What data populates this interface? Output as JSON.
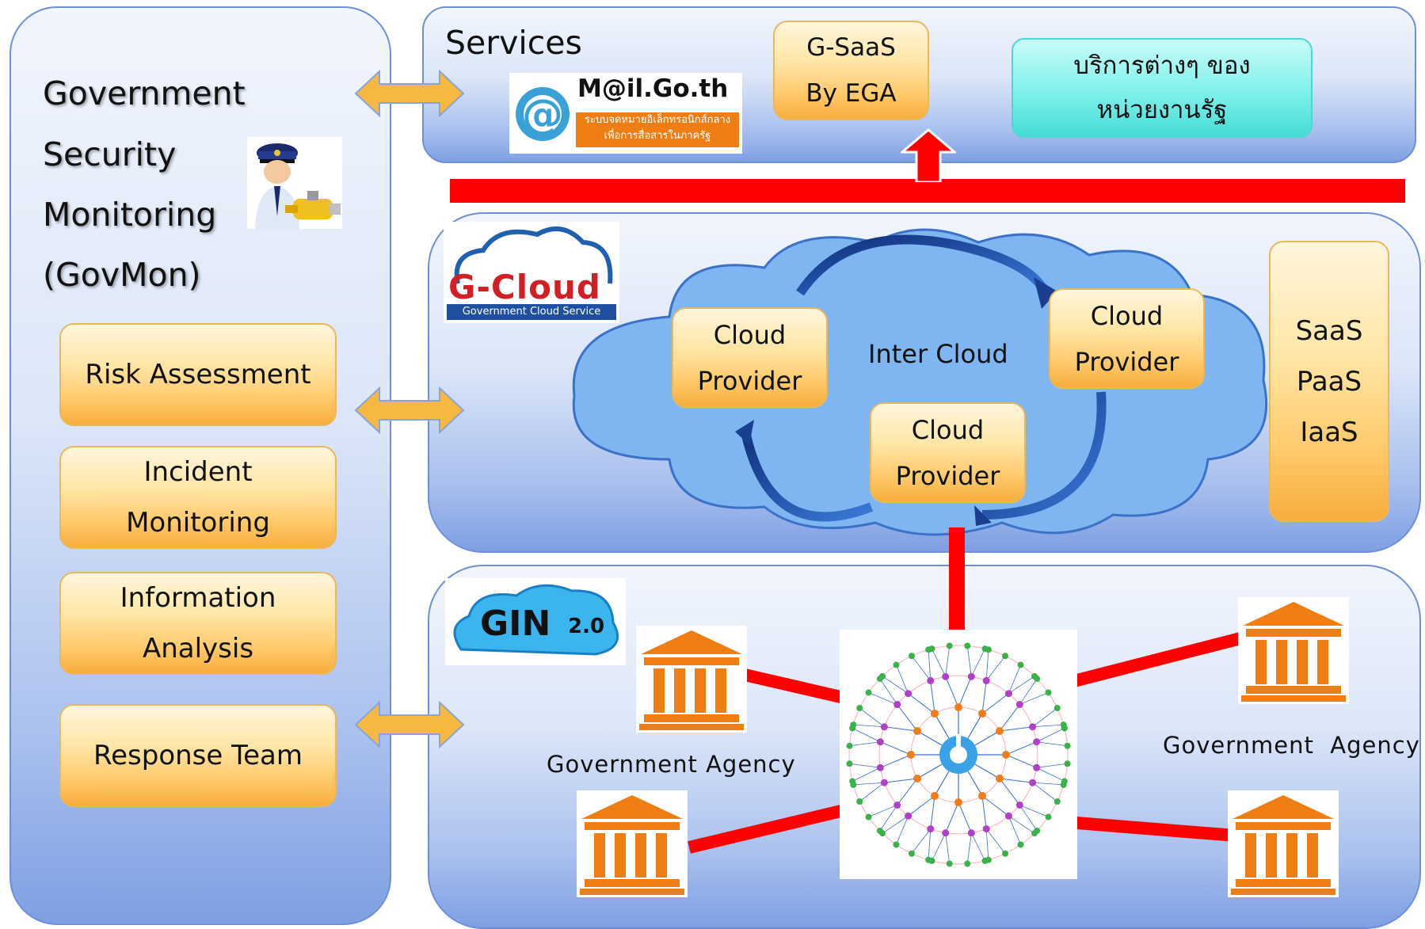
{
  "govmon": {
    "title_lines": [
      "Government",
      "Security",
      "Monitoring",
      "(GovMon)"
    ],
    "functions": [
      {
        "lines": [
          "Risk Assessment"
        ]
      },
      {
        "lines": [
          "Incident",
          "Monitoring"
        ]
      },
      {
        "lines": [
          "Information",
          "Analysis"
        ]
      },
      {
        "lines": [
          "Response Team"
        ]
      }
    ]
  },
  "services": {
    "heading": "Services",
    "mail_logo": {
      "brand": "M@il.Go.th",
      "tagline_1": "ระบบจดหมายอิเล็กทรอนิกส์กลาง",
      "tagline_2": "เพื่อการสื่อสารในภาครัฐ"
    },
    "gsaas_lines": [
      "G-SaaS",
      "By EGA"
    ],
    "gov_services_lines": [
      "บริการต่างๆ ของ",
      "หน่วยงานรัฐ"
    ]
  },
  "gcloud": {
    "logo_text": "G-Cloud",
    "logo_subtitle": "Government Cloud Service",
    "inter_cloud": "Inter Cloud",
    "provider_lines": [
      "Cloud",
      "Provider"
    ],
    "service_models": [
      "SaaS",
      "PaaS",
      "IaaS"
    ]
  },
  "gin": {
    "logo_text": "GIN",
    "logo_version": "2.0",
    "agency_label_left": "Government Agency",
    "agency_label_right": "Government  Agency"
  },
  "colors": {
    "panel_border": "#6f8fd8",
    "cloud_fill": "#7fb6f2",
    "orange_box": "#ffc96a",
    "red_connector": "#ff0000",
    "arrow_yellow": "#f5b942",
    "agency_orange": "#ee7d13"
  },
  "icons": [
    "guard-icon",
    "double-arrow-icon",
    "up-arrow-icon",
    "circular-arrow-icon",
    "network-hub-icon",
    "government-building-icon",
    "mail-at-icon"
  ]
}
